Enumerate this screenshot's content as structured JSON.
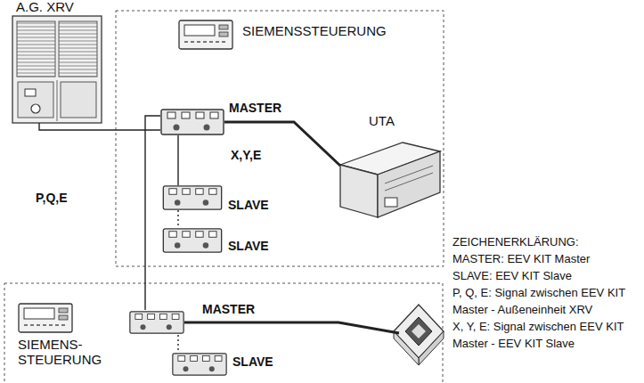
{
  "diagram": {
    "nodes": [
      {
        "text": [
          "A.G. XRV"
        ]
      },
      {
        "text": [
          "SIEMENSSTEUERUNG"
        ]
      },
      {
        "text": [
          "MASTER"
        ]
      },
      {
        "text": [
          "SLAVE"
        ]
      },
      {
        "text": [
          "SLAVE"
        ]
      },
      {
        "text": [
          "UTA"
        ]
      },
      {
        "text": [
          "SIEMENS- STEUERUNG"
        ]
      },
      {
        "text": [
          "MASTER"
        ]
      },
      {
        "text": [
          "SLAVE"
        ]
      }
    ],
    "edges": [
      {
        "from": 0,
        "to": 2,
        "arrow": "none"
      },
      {
        "from": 2,
        "to": 5,
        "arrow": "none"
      },
      {
        "from": 2,
        "to": 3,
        "label": "X,Y,E",
        "arrow": "none"
      },
      {
        "from": 3,
        "to": 4,
        "arrow": "none"
      },
      {
        "from": 2,
        "to": 7,
        "label": "P,Q,E",
        "arrow": "none"
      },
      {
        "from": 7,
        "to": 8,
        "arrow": "none"
      }
    ],
    "labels": [
      "ZEICHENERKLÄRUNG:",
      "MASTER: EEV KIT Master",
      "SLAVE: EEV KIT Slave",
      "P, Q, E: Signal zwischen EEV KIT Master - Außeneinheit XRV",
      "X, Y, E: Signal zwischen EEV KIT Master - EEV KIT Slave"
    ]
  }
}
